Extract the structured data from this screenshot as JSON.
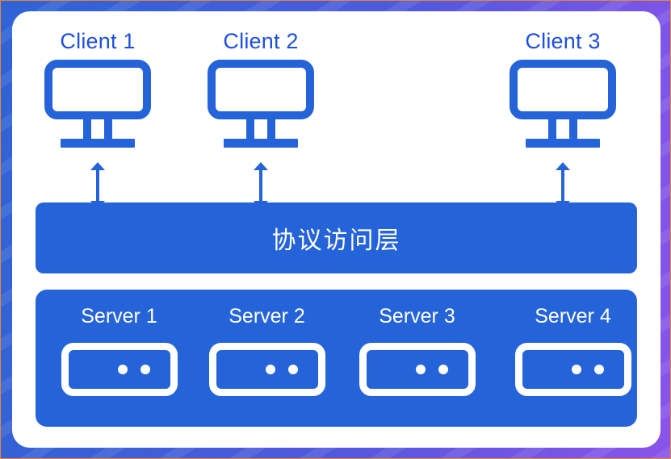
{
  "theme": {
    "accent_blue": "#2563d9",
    "label_blue": "#1f4fe0",
    "panel_white": "#ffffff",
    "frame_gradient_start": "#2f63d6",
    "frame_gradient_end": "#8a54ea",
    "frame_outline": "#e2873a"
  },
  "diagram": {
    "clients": [
      {
        "label": "Client 1",
        "icon": "monitor-icon",
        "arrow": "double-headed-vertical-arrow"
      },
      {
        "label": "Client 2",
        "icon": "monitor-icon",
        "arrow": "double-headed-vertical-arrow"
      },
      {
        "label": "Client 3",
        "icon": "monitor-icon",
        "arrow": "double-headed-vertical-arrow"
      }
    ],
    "protocol_layer": {
      "label": "协议访问层"
    },
    "servers": [
      {
        "label": "Server 1",
        "icon": "server-icon"
      },
      {
        "label": "Server 2",
        "icon": "server-icon"
      },
      {
        "label": "Server 3",
        "icon": "server-icon"
      },
      {
        "label": "Server 4",
        "icon": "server-icon"
      }
    ]
  }
}
